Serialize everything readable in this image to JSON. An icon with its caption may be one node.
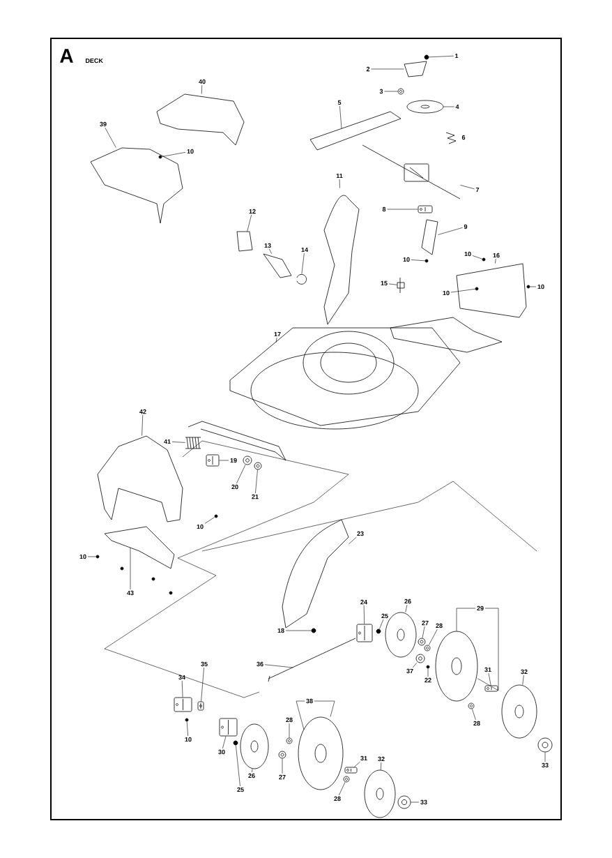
{
  "diagram": {
    "title": "DECK",
    "labels": [
      "A",
      "6"
    ],
    "nodes": [
      {
        "text": [
          "1"
        ]
      },
      {
        "text": [
          "2"
        ]
      },
      {
        "text": [
          "3"
        ]
      },
      {
        "text": [
          "4"
        ]
      },
      {
        "text": [
          "5"
        ]
      },
      {
        "text": [
          "7"
        ]
      },
      {
        "text": [
          "8"
        ]
      },
      {
        "text": [
          "9"
        ]
      },
      {
        "text": [
          "40"
        ]
      },
      {
        "text": [
          "39"
        ]
      },
      {
        "text": [
          "10"
        ]
      },
      {
        "text": [
          "11"
        ]
      },
      {
        "text": [
          "12"
        ]
      },
      {
        "text": [
          "13"
        ]
      },
      {
        "text": [
          "14"
        ]
      },
      {
        "text": [
          "10"
        ]
      },
      {
        "text": [
          "10"
        ]
      },
      {
        "text": [
          "16"
        ]
      },
      {
        "text": [
          "10"
        ]
      },
      {
        "text": [
          "10"
        ]
      },
      {
        "text": [
          "15"
        ]
      },
      {
        "text": [
          "17"
        ]
      },
      {
        "text": [
          "42"
        ]
      },
      {
        "text": [
          "41"
        ]
      },
      {
        "text": [
          "19"
        ]
      },
      {
        "text": [
          "20"
        ]
      },
      {
        "text": [
          "21"
        ]
      },
      {
        "text": [
          "10"
        ]
      },
      {
        "text": [
          "10"
        ]
      },
      {
        "text": [
          "43"
        ]
      },
      {
        "text": [
          "23"
        ]
      },
      {
        "text": [
          "24"
        ]
      },
      {
        "text": [
          "25"
        ]
      },
      {
        "text": [
          "26"
        ]
      },
      {
        "text": [
          "27"
        ]
      },
      {
        "text": [
          "28"
        ]
      },
      {
        "text": [
          "29"
        ]
      },
      {
        "text": [
          "18"
        ]
      },
      {
        "text": [
          "37"
        ]
      },
      {
        "text": [
          "22"
        ]
      },
      {
        "text": [
          "31"
        ]
      },
      {
        "text": [
          "32"
        ]
      },
      {
        "text": [
          "28"
        ]
      },
      {
        "text": [
          "33"
        ]
      },
      {
        "text": [
          "34"
        ]
      },
      {
        "text": [
          "35"
        ]
      },
      {
        "text": [
          "36"
        ]
      },
      {
        "text": [
          "10"
        ]
      },
      {
        "text": [
          "30"
        ]
      },
      {
        "text": [
          "26"
        ]
      },
      {
        "text": [
          "25"
        ]
      },
      {
        "text": [
          "27"
        ]
      },
      {
        "text": [
          "38"
        ]
      },
      {
        "text": [
          "28"
        ]
      },
      {
        "text": [
          "31"
        ]
      },
      {
        "text": [
          "28"
        ]
      },
      {
        "text": [
          "32"
        ]
      },
      {
        "text": [
          "33"
        ]
      },
      {
        "text": [],
        "shape": "circle"
      },
      {
        "text": [],
        "shape": "picture"
      },
      {
        "text": [],
        "shape": "picture"
      },
      {
        "text": [],
        "shape": "picture"
      },
      {
        "text": [],
        "shape": "picture"
      },
      {
        "text": [],
        "shape": "picture"
      },
      {
        "text": [],
        "shape": "picture"
      },
      {
        "text": [],
        "shape": "picture"
      },
      {
        "text": [],
        "shape": "picture"
      },
      {
        "text": [],
        "shape": "picture"
      },
      {
        "text": [],
        "shape": "circle",
        "in": 67
      },
      {
        "text": [],
        "shape": "picture"
      },
      {
        "text": [],
        "shape": "picture"
      },
      {
        "text": [],
        "shape": "picture"
      },
      {
        "text": [],
        "shape": "picture"
      },
      {
        "text": [],
        "shape": "circle"
      },
      {
        "text": [],
        "shape": "circle"
      },
      {
        "text": [],
        "shape": "picture"
      },
      {
        "text": [],
        "shape": "circle"
      },
      {
        "text": [],
        "shape": "circle",
        "in": 75
      },
      {
        "text": [],
        "shape": "picture"
      },
      {
        "text": [],
        "shape": "picture"
      },
      {
        "text": [],
        "shape": "picture"
      },
      {
        "text": [],
        "shape": "picture"
      },
      {
        "text": [],
        "shape": "picture"
      },
      {
        "text": [],
        "shape": "picture"
      },
      {
        "text": [],
        "shape": "picture"
      },
      {
        "text": [],
        "shape": "circle"
      },
      {
        "text": [],
        "shape": "circle"
      },
      {
        "text": [],
        "shape": "picture"
      },
      {
        "text": [],
        "shape": "picture"
      },
      {
        "text": [],
        "shape": "picture"
      },
      {
        "text": [],
        "shape": "circle"
      },
      {
        "text": [],
        "shape": "picture"
      },
      {
        "text": [],
        "shape": "picture"
      },
      {
        "text": [],
        "shape": "picture"
      },
      {
        "text": [],
        "shape": "picture"
      },
      {
        "text": [],
        "shape": "circle"
      },
      {
        "text": [],
        "shape": "picture"
      },
      {
        "text": [],
        "shape": "circle"
      },
      {
        "text": [],
        "shape": "picture"
      },
      {
        "text": [],
        "shape": "picture"
      },
      {
        "text": [],
        "shape": "picture"
      },
      {
        "text": [],
        "shape": "picture"
      },
      {
        "text": [],
        "shape": "picture"
      },
      {
        "text": [],
        "shape": "picture"
      },
      {
        "text": [],
        "shape": "picture"
      },
      {
        "text": [],
        "shape": "circle"
      },
      {
        "text": [],
        "shape": "picture"
      },
      {
        "text": [],
        "shape": "picture"
      },
      {
        "text": [],
        "shape": "circle"
      },
      {
        "text": [],
        "shape": "picture"
      },
      {
        "text": [],
        "shape": "picture"
      },
      {
        "text": [],
        "shape": "picture"
      },
      {
        "text": [],
        "shape": "picture"
      },
      {
        "text": [],
        "shape": "picture"
      },
      {
        "text": [],
        "shape": "picture"
      },
      {
        "text": [],
        "shape": "picture"
      }
    ],
    "edges": [
      {
        "from": 0,
        "to": 58,
        "arrow": "none"
      },
      {
        "from": 1,
        "to": 59,
        "arrow": "none"
      },
      {
        "from": 2,
        "to": 60,
        "arrow": "none"
      },
      {
        "from": 3,
        "to": 61,
        "arrow": "none"
      },
      {
        "from": 4,
        "to": 62,
        "arrow": "none"
      },
      {
        "from": 5,
        "to": 63,
        "arrow": "none"
      },
      {
        "from": 6,
        "to": 64,
        "arrow": "none"
      },
      {
        "from": 7,
        "to": 65,
        "arrow": "none"
      },
      {
        "from": 8,
        "to": 66,
        "arrow": "none"
      },
      {
        "from": 9,
        "to": 67,
        "arrow": "none"
      },
      {
        "from": 10,
        "to": 68,
        "arrow": "none"
      },
      {
        "from": 11,
        "to": 69,
        "arrow": "none"
      },
      {
        "from": 12,
        "to": 70,
        "arrow": "none"
      },
      {
        "from": 13,
        "to": 71,
        "arrow": "none"
      },
      {
        "from": 14,
        "to": 72,
        "arrow": "none"
      },
      {
        "from": 15,
        "to": 73,
        "arrow": "none"
      },
      {
        "from": 16,
        "to": 74,
        "arrow": "none"
      },
      {
        "from": 17,
        "to": 75,
        "arrow": "none"
      },
      {
        "from": 18,
        "to": 76,
        "arrow": "none"
      },
      {
        "from": 19,
        "to": 77,
        "arrow": "none"
      },
      {
        "from": 20,
        "to": 78,
        "arrow": "none"
      },
      {
        "from": 21,
        "to": 79,
        "arrow": "none"
      },
      {
        "from": 22,
        "to": 80,
        "arrow": "none"
      },
      {
        "from": 23,
        "to": 81,
        "arrow": "none"
      },
      {
        "from": 24,
        "to": 82,
        "arrow": "none"
      },
      {
        "from": 25,
        "to": 83,
        "arrow": "none"
      },
      {
        "from": 26,
        "to": 84,
        "arrow": "none"
      },
      {
        "from": 27,
        "to": 85,
        "arrow": "none"
      },
      {
        "from": 28,
        "to": 86,
        "arrow": "none"
      },
      {
        "from": 29,
        "to": 87,
        "arrow": "none"
      },
      {
        "from": 30,
        "to": 88,
        "arrow": "none"
      },
      {
        "from": 31,
        "to": 89,
        "arrow": "none"
      },
      {
        "from": 32,
        "to": 90,
        "arrow": "none"
      },
      {
        "from": 33,
        "to": 91,
        "arrow": "none"
      },
      {
        "from": 34,
        "to": 92,
        "arrow": "none"
      },
      {
        "from": 35,
        "to": 93,
        "arrow": "none"
      },
      {
        "from": 36,
        "to": 94,
        "arrow": "none"
      },
      {
        "from": 37,
        "to": 95,
        "arrow": "none"
      },
      {
        "from": 38,
        "to": 96,
        "arrow": "none"
      },
      {
        "from": 39,
        "to": 97,
        "arrow": "none"
      },
      {
        "from": 40,
        "to": 98,
        "arrow": "none"
      },
      {
        "from": 41,
        "to": 99,
        "arrow": "none"
      },
      {
        "from": 42,
        "to": 100,
        "arrow": "none"
      },
      {
        "from": 43,
        "to": 101,
        "arrow": "none"
      },
      {
        "from": 44,
        "to": 102,
        "arrow": "none"
      },
      {
        "from": 45,
        "to": 103,
        "arrow": "none"
      },
      {
        "from": 46,
        "to": 104,
        "arrow": "none"
      },
      {
        "from": 47,
        "to": 105,
        "arrow": "none"
      },
      {
        "from": 48,
        "to": 106,
        "arrow": "none"
      },
      {
        "from": 49,
        "to": 107,
        "arrow": "none"
      },
      {
        "from": 50,
        "to": 108,
        "arrow": "none"
      },
      {
        "from": 51,
        "to": 109,
        "arrow": "none"
      },
      {
        "from": 52,
        "to": 110,
        "arrow": "none"
      },
      {
        "from": 53,
        "to": 111,
        "arrow": "none"
      },
      {
        "from": 54,
        "to": 112,
        "arrow": "none"
      },
      {
        "from": 55,
        "to": 113,
        "arrow": "none"
      },
      {
        "from": 56,
        "to": 114,
        "arrow": "none"
      },
      {
        "from": 57,
        "to": 115,
        "arrow": "none"
      },
      {
        "from": 36,
        "to": 94,
        "arrow": "none"
      },
      {
        "from": 52,
        "to": 110,
        "arrow": "none"
      }
    ]
  }
}
